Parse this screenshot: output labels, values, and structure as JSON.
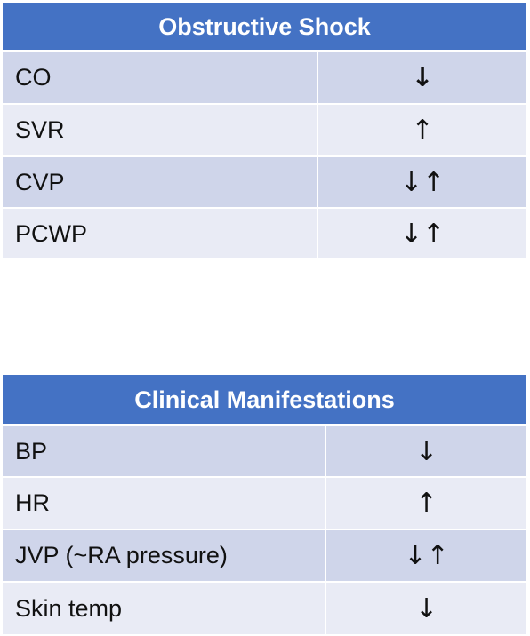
{
  "obstructive": {
    "title": "Obstructive Shock",
    "rows": [
      {
        "label": "CO",
        "value": "↓"
      },
      {
        "label": "SVR",
        "value": "↑"
      },
      {
        "label": "CVP",
        "value": "↓↑"
      },
      {
        "label": "PCWP",
        "value": "↓↑"
      }
    ]
  },
  "clinical": {
    "title": "Clinical Manifestations",
    "rows": [
      {
        "label": "BP",
        "value": "↓"
      },
      {
        "label": "HR",
        "value": "↑"
      },
      {
        "label": "JVP (~RA pressure)",
        "value": "↓↑"
      },
      {
        "label": "Skin temp",
        "value": "↓"
      }
    ]
  }
}
